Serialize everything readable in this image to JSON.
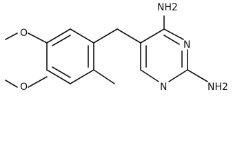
{
  "molecule": {
    "atoms": {
      "o_top": "O",
      "o_bottom": "O",
      "nh2_top": "NH2",
      "nh2_bottom": "NH2",
      "n_ring_top": "N",
      "n_ring_bottom": "N"
    }
  }
}
